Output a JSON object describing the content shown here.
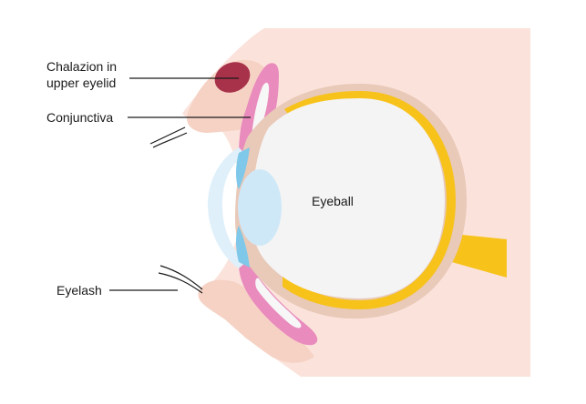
{
  "labels": {
    "chalazion_line1": "Chalazion in",
    "chalazion_line2": "upper eyelid",
    "conjunctiva": "Conjunctiva",
    "eyelash": "Eyelash",
    "eyeball": "Eyeball"
  },
  "colors": {
    "skin": "#fbe3db",
    "eyelid": "#f6d2c4",
    "conjunctiva": "#e98bbd",
    "sclera_outer": "#e9c9b8",
    "eye_interior": "#f4f4f4",
    "retina": "#f7c21a",
    "cornea": "#dff0fa",
    "iris": "#7fc8e9",
    "lens": "#cfe8f7",
    "chalazion": "#a8324a",
    "line": "#1a1a1a"
  }
}
